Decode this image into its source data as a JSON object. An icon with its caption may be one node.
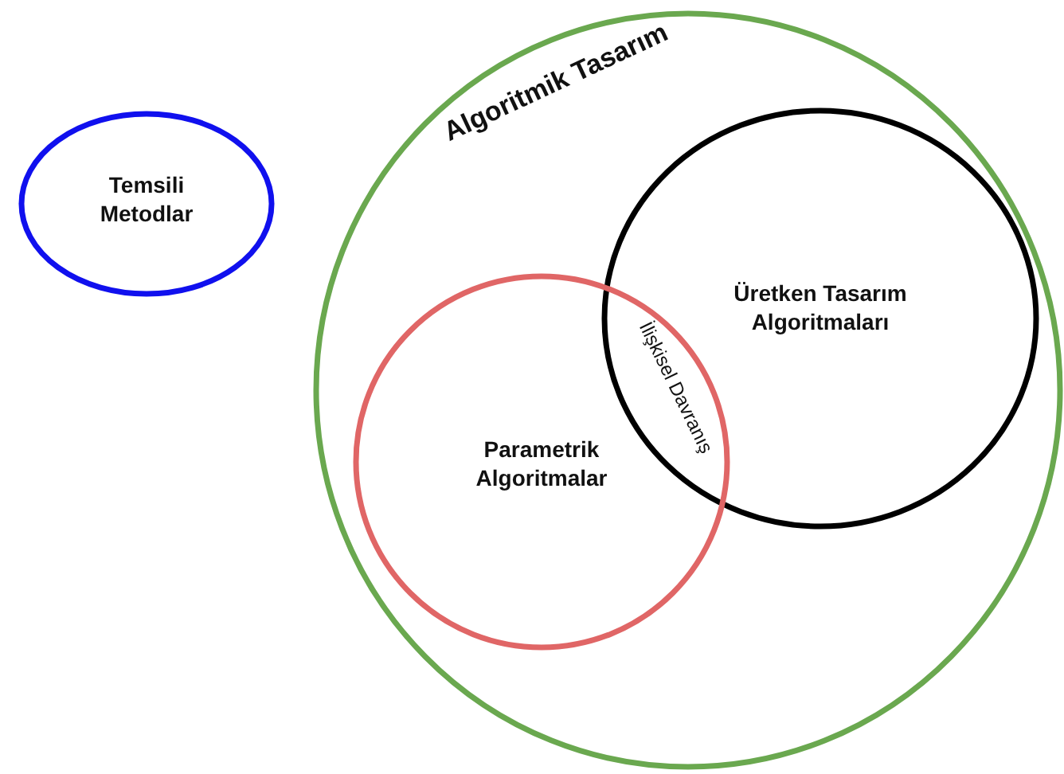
{
  "diagram": {
    "nodes": [
      {
        "text": [
          "Temsili Metodlar"
        ]
      },
      {
        "text": [
          "Algoritmik Tasarım"
        ]
      },
      {
        "text": [
          "Üretken Tasarım Algoritmaları"
        ],
        "in": 1
      },
      {
        "text": [
          "Parametrik Algoritmalar"
        ],
        "in": 1
      }
    ],
    "labels": [
      "İlişkisel Davranış"
    ]
  }
}
